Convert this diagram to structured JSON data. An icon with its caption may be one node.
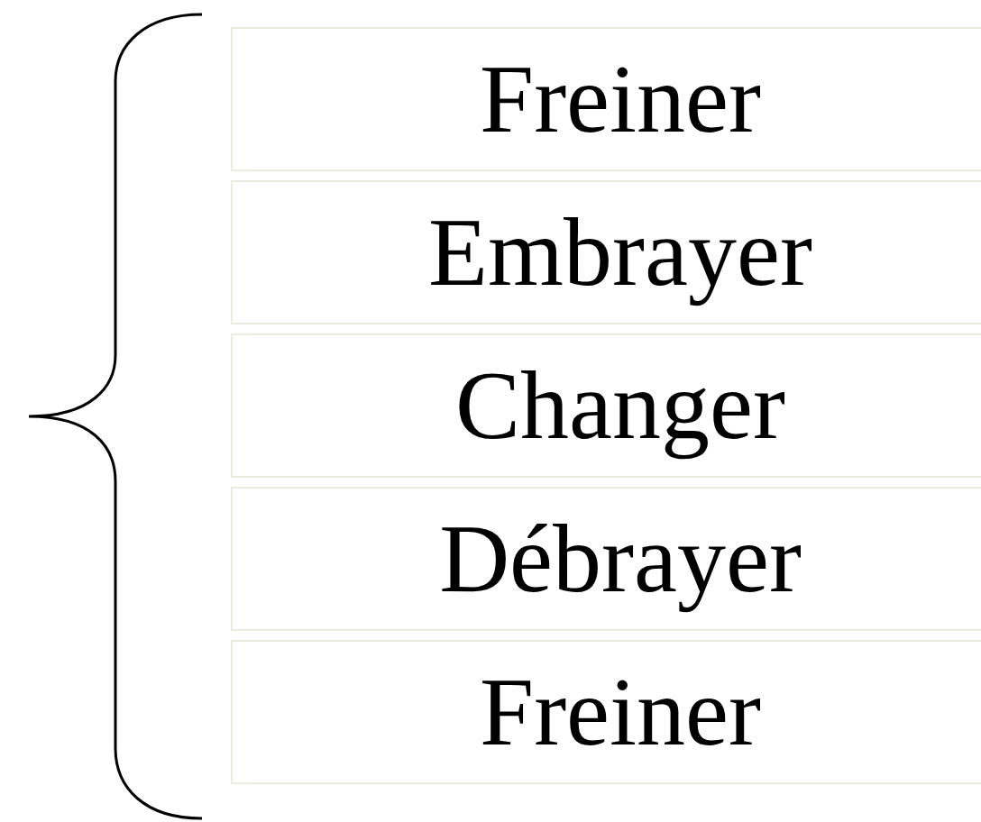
{
  "diagram": {
    "nodes": [
      {
        "text": [
          "Freiner"
        ]
      },
      {
        "text": [
          "Embrayer"
        ]
      },
      {
        "text": [
          "Changer"
        ]
      },
      {
        "text": [
          "Débrayer"
        ]
      },
      {
        "text": [
          "Freiner"
        ]
      }
    ],
    "edges": []
  }
}
